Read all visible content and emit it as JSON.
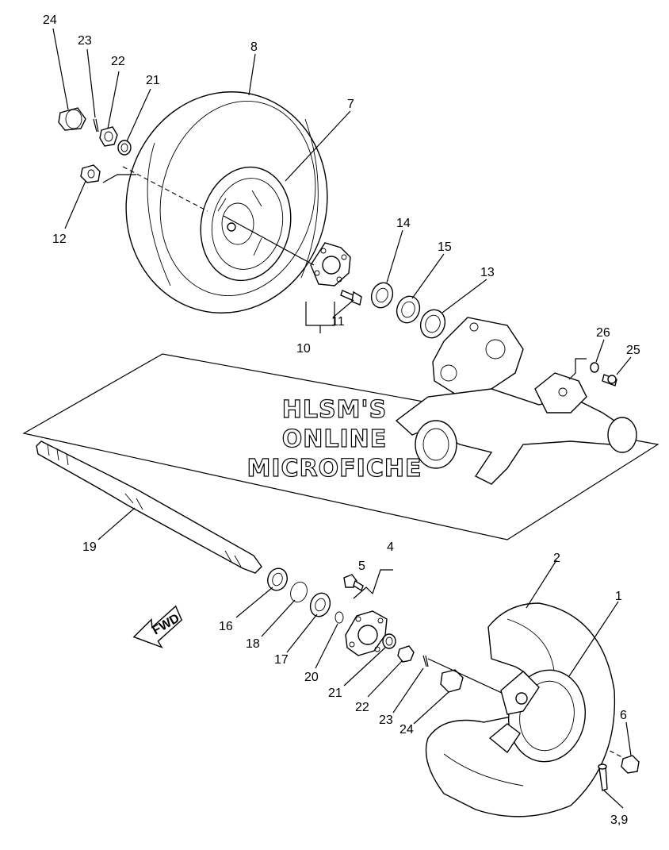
{
  "watermark": {
    "line1": "HLSM'S",
    "line2": "ONLINE",
    "line3": "MICROFICHE"
  },
  "fwd_label": "FWD",
  "callouts": {
    "c24a": "24",
    "c23a": "23",
    "c22a": "22",
    "c21a": "21",
    "c8": "8",
    "c7": "7",
    "c12": "12",
    "c14": "14",
    "c15": "15",
    "c13": "13",
    "c11": "11",
    "c10": "10",
    "c26": "26",
    "c25": "25",
    "c19": "19",
    "c4": "4",
    "c5": "5",
    "c2": "2",
    "c1": "1",
    "c16": "16",
    "c18": "18",
    "c17": "17",
    "c20": "20",
    "c21b": "21",
    "c22b": "22",
    "c23b": "23",
    "c24b": "24",
    "c6": "6",
    "c39": "3,9"
  }
}
